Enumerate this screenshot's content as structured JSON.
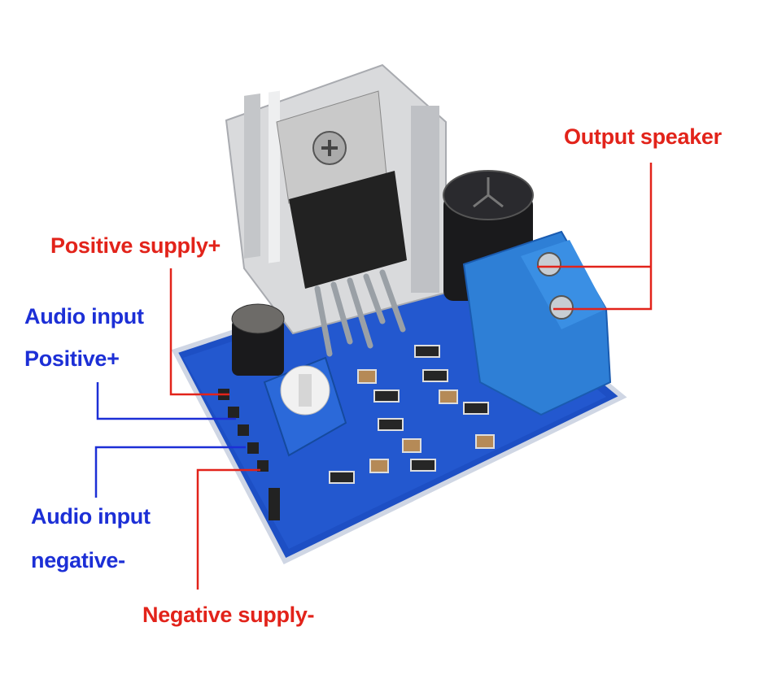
{
  "labels": {
    "output_speaker": "Output speaker",
    "positive_supply": "Positive supply+",
    "audio_input_pos_line1": "Audio input",
    "audio_input_pos_line2": "Positive+",
    "audio_input_neg_line1": "Audio input",
    "audio_input_neg_line2": "negative-",
    "negative_supply": "Negative supply-"
  },
  "colors": {
    "red": "#e2231a",
    "blue": "#1c2fd6",
    "pcb": "#1d4fc4",
    "terminal": "#2e7fd6"
  }
}
